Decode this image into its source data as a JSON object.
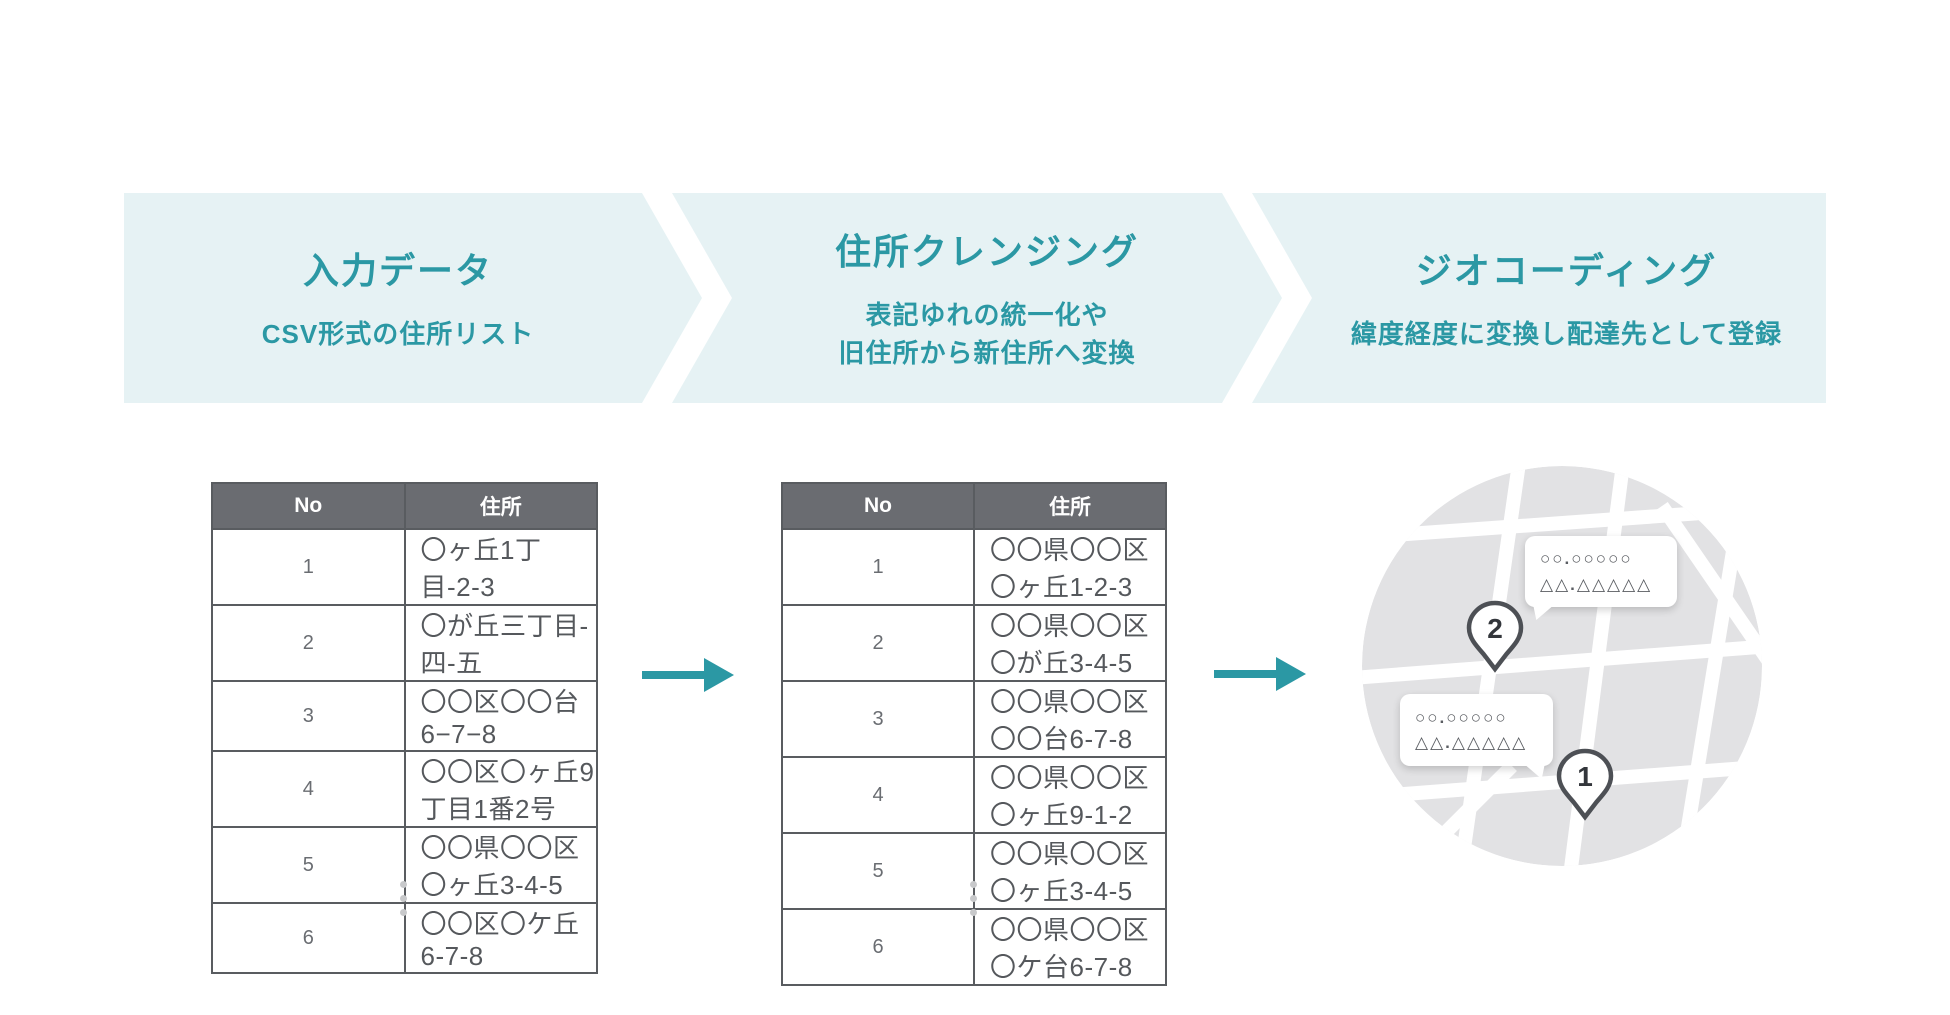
{
  "colors": {
    "accent_teal": "#2b98a4",
    "band_background": "#e6f2f4",
    "table_header_background": "#6a6c71",
    "table_border": "#595c60",
    "table_text": "#55585c",
    "map_gray": "#e2e2e4",
    "pin_outline": "#4d5055"
  },
  "steps": [
    {
      "title": "入力データ",
      "lines": [
        "CSV形式の住所リスト"
      ]
    },
    {
      "title": "住所クレンジング",
      "lines": [
        "表記ゆれの統一化や",
        "旧住所から新住所へ変換"
      ]
    },
    {
      "title": "ジオコーディング",
      "lines": [
        "緯度経度に変換し配達先として登録"
      ]
    }
  ],
  "input_table": {
    "headers": [
      "No",
      "住所"
    ],
    "rows": [
      [
        "1",
        "〇ヶ丘1丁目-2-3"
      ],
      [
        "2",
        "〇が丘三丁目-四-五"
      ],
      [
        "3",
        "〇〇区〇〇台6−7−8"
      ],
      [
        "4",
        "〇〇区〇ヶ丘9丁目1番2号"
      ],
      [
        "5",
        "〇〇県〇〇区〇ヶ丘3-4-5"
      ],
      [
        "6",
        "〇〇区〇ケ丘6-7-8"
      ]
    ]
  },
  "cleansed_table": {
    "headers": [
      "No",
      "住所"
    ],
    "rows": [
      [
        "1",
        "〇〇県〇〇区〇ヶ丘1-2-3"
      ],
      [
        "2",
        "〇〇県〇〇区〇が丘3-4-5"
      ],
      [
        "3",
        "〇〇県〇〇区〇〇台6-7-8"
      ],
      [
        "4",
        "〇〇県〇〇区〇ヶ丘9-1-2"
      ],
      [
        "5",
        "〇〇県〇〇区〇ヶ丘3-4-5"
      ],
      [
        "6",
        "〇〇県〇〇区〇ケ台6-7-8"
      ]
    ]
  },
  "map": {
    "labels": [
      {
        "line1": "○○.○○○○○",
        "line2": "△△.△△△△△"
      },
      {
        "line1": "○○.○○○○○",
        "line2": "△△.△△△△△"
      }
    ],
    "pins": [
      {
        "number": "1"
      },
      {
        "number": "2"
      }
    ]
  }
}
